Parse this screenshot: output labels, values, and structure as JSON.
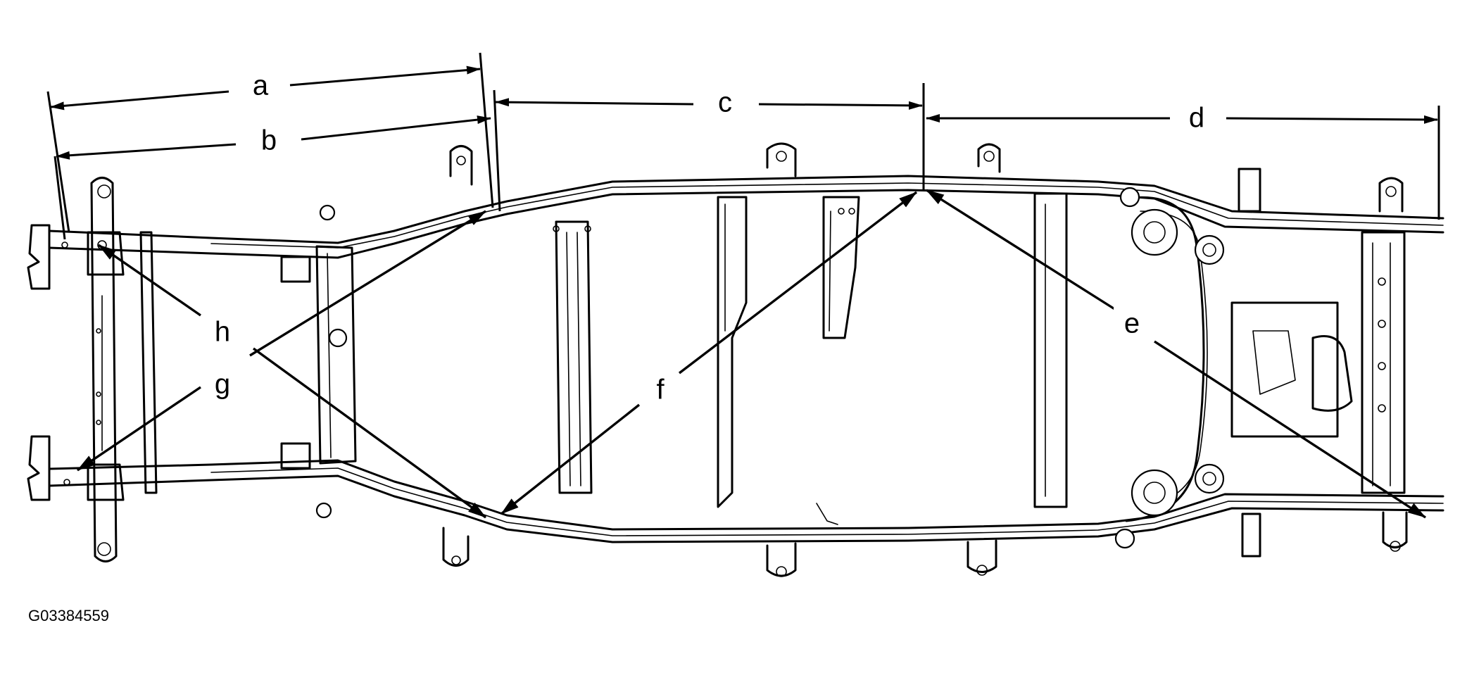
{
  "diagram": {
    "dimension_labels": {
      "a": "a",
      "b": "b",
      "c": "c",
      "d": "d"
    },
    "diagonal_labels": {
      "e": "e",
      "f": "f",
      "g": "g",
      "h": "h"
    },
    "figure_code": "G03384559",
    "line_color": "#000000",
    "background_color": "#ffffff"
  }
}
